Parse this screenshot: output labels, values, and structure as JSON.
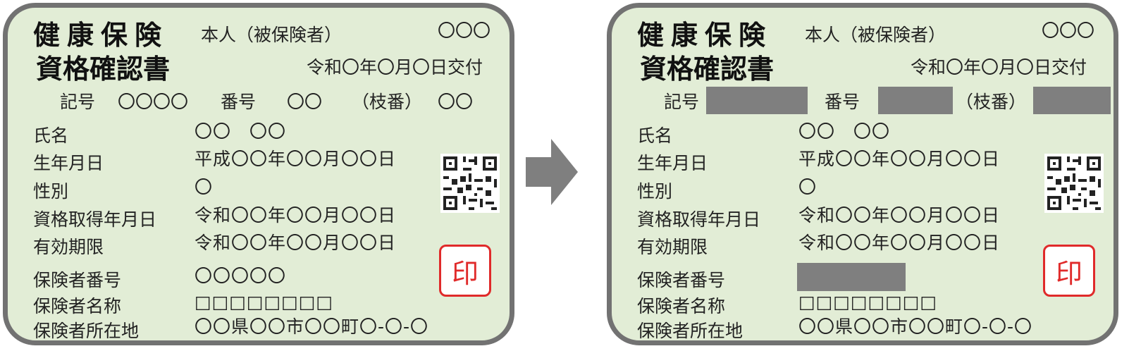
{
  "card": {
    "title_line1": "健康保険",
    "title_line2": "資格確認書",
    "subject": "本人（被保険者）",
    "top_right_code": "〇〇〇",
    "issue_date": "令和〇年〇月〇日交付",
    "symbol_label": "記号",
    "symbol_value": "〇〇〇〇",
    "number_label": "番号",
    "number_value": "〇〇",
    "branch_label": "（枝番）",
    "branch_value": "〇〇",
    "fields": [
      {
        "label": "氏名",
        "value": "〇〇　〇〇"
      },
      {
        "label": "生年月日",
        "value": "平成〇〇年〇〇月〇〇日"
      },
      {
        "label": "性別",
        "value": "〇"
      },
      {
        "label": "資格取得年月日",
        "value": "令和〇〇年〇〇月〇〇日"
      },
      {
        "label": "有効期限",
        "value": "令和〇〇年〇〇月〇〇日"
      },
      {
        "label": "保険者番号",
        "value": "〇〇〇〇〇"
      },
      {
        "label": "保険者名称",
        "value": "□□□□□□□□"
      },
      {
        "label": "保険者所在地",
        "value": "〇〇県〇〇市〇〇町〇-〇-〇"
      }
    ],
    "seal_char": "印"
  },
  "colors": {
    "card_bg": "#e2edd6",
    "card_border": "#727272",
    "redaction": "#7f7f7f",
    "seal": "#e02a2a",
    "arrow": "#7f7f7f"
  }
}
